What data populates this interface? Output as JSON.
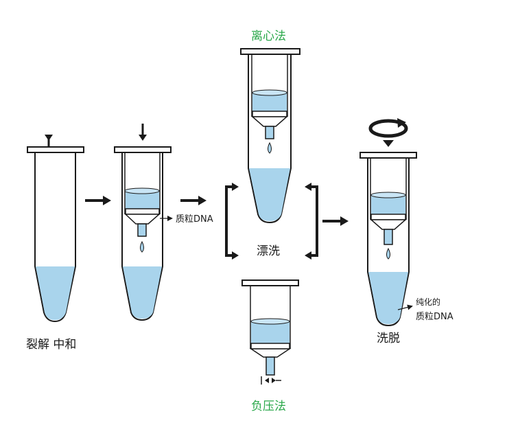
{
  "labels": {
    "step1": "裂解  中和",
    "plasmid_dna": "质粒DNA",
    "centrifuge": "离心法",
    "wash": "漂洗",
    "vacuum": "负压法",
    "elute": "洗脱",
    "purified_line1": "纯化的",
    "purified_line2": "质粒DNA"
  },
  "colors": {
    "liquid": "#a9d4ec",
    "outline": "#1a1a1a",
    "method_green": "#2aa84a"
  },
  "icons": [
    "down-arrow-icon",
    "right-arrow-icon",
    "bracket-arrow-icon",
    "rotation-icon",
    "droplet-icon"
  ]
}
